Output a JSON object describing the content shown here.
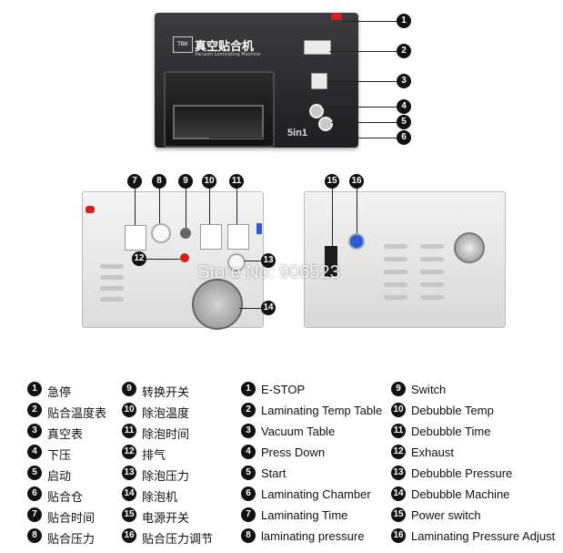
{
  "top_machine": {
    "brand_cn": "真空贴合机",
    "brand_en": "Vacuum Laminating Machine",
    "logo": "TBK",
    "model_mark": "5in1"
  },
  "watermark": "Store No: 906523",
  "callouts": {
    "top": [
      "1",
      "2",
      "3",
      "4",
      "5",
      "6"
    ],
    "front": [
      "7",
      "8",
      "9",
      "10",
      "11",
      "12",
      "13",
      "14"
    ],
    "side": [
      "15",
      "16"
    ]
  },
  "legend": {
    "cn": [
      {
        "n": "1",
        "t": "急停"
      },
      {
        "n": "2",
        "t": "贴合温度表"
      },
      {
        "n": "3",
        "t": "真空表"
      },
      {
        "n": "4",
        "t": "下压"
      },
      {
        "n": "5",
        "t": "启动"
      },
      {
        "n": "6",
        "t": "贴合仓"
      },
      {
        "n": "7",
        "t": "贴合时间"
      },
      {
        "n": "8",
        "t": "贴合压力"
      },
      {
        "n": "9",
        "t": "转换开关"
      },
      {
        "n": "10",
        "t": "除泡温度"
      },
      {
        "n": "11",
        "t": "除泡时间"
      },
      {
        "n": "12",
        "t": "排气"
      },
      {
        "n": "13",
        "t": "除泡压力"
      },
      {
        "n": "14",
        "t": "除泡机"
      },
      {
        "n": "15",
        "t": "电源开关"
      },
      {
        "n": "16",
        "t": "贴合压力调节"
      }
    ],
    "en": [
      {
        "n": "1",
        "t": "E-STOP"
      },
      {
        "n": "2",
        "t": "Laminating Temp Table"
      },
      {
        "n": "3",
        "t": "Vacuum Table"
      },
      {
        "n": "4",
        "t": "Press Down"
      },
      {
        "n": "5",
        "t": "Start"
      },
      {
        "n": "6",
        "t": "Laminating Chamber"
      },
      {
        "n": "7",
        "t": "Laminating Time"
      },
      {
        "n": "8",
        "t": "laminating pressure"
      },
      {
        "n": "9",
        "t": "Switch"
      },
      {
        "n": "10",
        "t": "Debubble Temp"
      },
      {
        "n": "11",
        "t": "Debubble Time"
      },
      {
        "n": "12",
        "t": "Exhaust"
      },
      {
        "n": "13",
        "t": "Debubble Pressure"
      },
      {
        "n": "14",
        "t": "Debubble Machine"
      },
      {
        "n": "15",
        "t": "Power switch"
      },
      {
        "n": "16",
        "t": "Laminating Pressure Adjust"
      }
    ]
  }
}
